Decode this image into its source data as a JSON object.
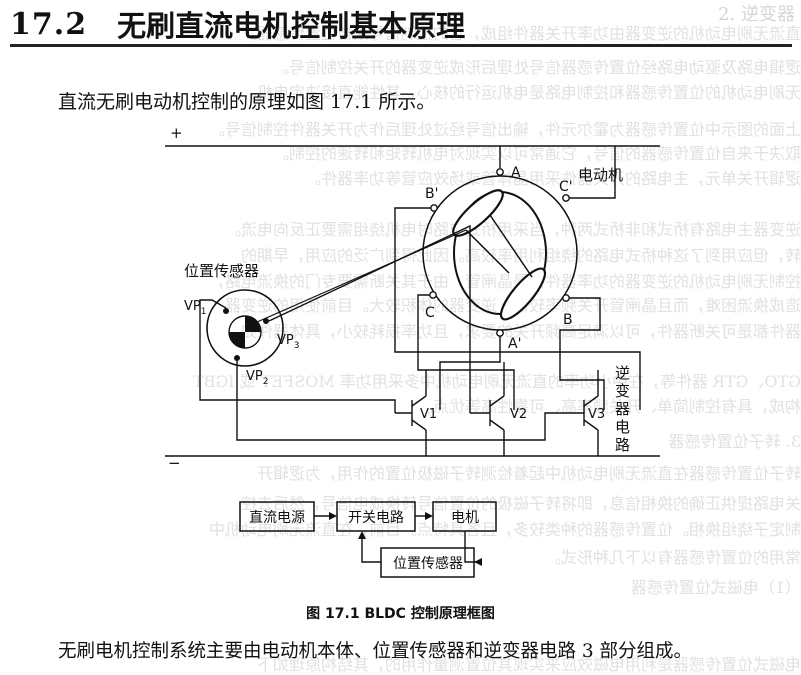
{
  "header": {
    "section_number": "17.2",
    "section_title": "无刷直流电机控制基本原理",
    "bleed_corner": "2. 逆变器"
  },
  "intro_text": "直流无刷电动机控制的原理如图 17.1 所示。",
  "diagram": {
    "motor_label": "电动机",
    "sensor_label": "位置传感器",
    "inverter_label": [
      "逆",
      "变",
      "器",
      "电",
      "路"
    ],
    "terminals": {
      "a": "A",
      "b": "B",
      "c": "C",
      "a_prime": "A'",
      "b_prime": "B'",
      "c_prime": "C'"
    },
    "sensor_pins": {
      "vp1": "VP",
      "vp1_sub": "1",
      "vp2": "VP",
      "vp2_sub": "2",
      "vp3": "VP",
      "vp3_sub": "3"
    },
    "transistors": [
      "V1",
      "V2",
      "V3"
    ],
    "plus_sign": "+",
    "minus_sign": "−"
  },
  "block_diagram": {
    "dc_supply": "直流电源",
    "switch_circuit": "开关电路",
    "motor": "电机",
    "position_sensor": "位置传感器"
  },
  "caption": "图 17.1    BLDC 控制原理框图",
  "closing_text": "无刷电机控制系统主要由电动机本体、位置传感器和逆变器电路 3 部分组成。",
  "bleed_through": [
    "直流无刷电动机的逆变器由功率开关器件组成，它的控制信号来自位置传感器。",
    "逻辑电路及驱动电路经位置传感器信号处理后形成逆变器的开关控制信号。",
    "无刷电动机的位置传感器和控制电路是电机运行的核心，其性能直接决定电机。",
    "上面的图示中位置传感器为霍尔元件，输出信号经过处理后作为开关器件控制信号。",
    "取决于来自位置传感器的信号，它通常可以实现对电机转矩和转速的控制。",
    "逻辑开关单元，主电路的开关器件采用晶体管或场效应管等功率器件。",
    "逆变器主电路有桥式和非桥式两种，当采用桥式电路时电机绕组需要正反向电流。",
    "转，但应用到了这种桥式电路的绕组利用率较高。因此得到广泛的应用，早期的",
    "控制无刷电动机的逆变器的功率器件都是晶闸管，由于其关断需要专门的换流电路，",
    "造成换流困难，而且晶闸管开关频率较低，逆变器的体积较大。目前使用的逆变器",
    "器件都是可关断器件，可以满足高频开关的要求，且功率损耗较小，具体器件如",
    "GTO、GTR 器件等，在中小功率的直流无刷电动机中多采用功率 MOSFET 或 IGBT",
    "构成，具有控制简单、开关频率高、可靠性高等优点。",
    "3. 转子位置传感器",
    "转子位置传感器在直流无刷电动机中起着检测转子磁极位置的作用，为逻辑开",
    "关电路提供正确的换相信息，即将转子磁极的位置信号转换成电信号，然后去控",
    "制定子绕组换相。位置传感器的种类较多，且各具特点。目前，在直流无刷电动机中",
    "常用的位置传感器有以下几种形式。",
    "（1）电磁式位置传感器",
    "电磁式位置传感器是利用电磁效应来实现其位置测量作用的，其结构原理如下"
  ]
}
